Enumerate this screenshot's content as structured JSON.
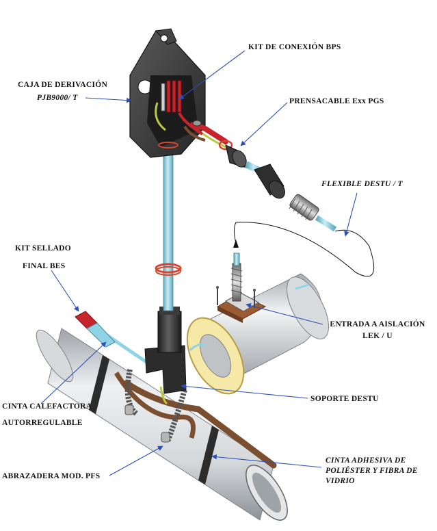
{
  "labels": {
    "caja_line1": "CAJA DE DERIVACIÓN",
    "caja_line2": "PJB9000/ T",
    "kit_conexion": "KIT DE CONEXIÓN BPS",
    "prensacable": "PRENSACABLE Exx PGS",
    "flexible": "FLEXIBLE DESTU / T",
    "kit_sellado_line1": "KIT SELLADO",
    "kit_sellado_line2": "FINAL BES",
    "entrada_line1": "ENTRADA A AISLACIÓN",
    "entrada_line2": "LEK / U",
    "soporte": "SOPORTE DESTU",
    "cinta_cal_line1": "CINTA CALEFACTORA",
    "cinta_cal_line2": "AUTORREGULABLE",
    "cinta_adh_line1": "CINTA ADHESIVA DE",
    "cinta_adh_line2": "POLIÉSTER Y FIBRA DE",
    "cinta_adh_line3": "VIDRIO",
    "abrazadera": "ABRAZADERA MOD. PFS"
  },
  "colors": {
    "leader": "#2a4fb5",
    "box": "#3a3a3a",
    "pipe": "#cfd3d6",
    "tube": "#8fd3e6",
    "heating_cable": "#7a4e2e",
    "wire_red": "#c8242c",
    "wire_green": "#b9c93a",
    "insulation": "#f6e9a8"
  }
}
